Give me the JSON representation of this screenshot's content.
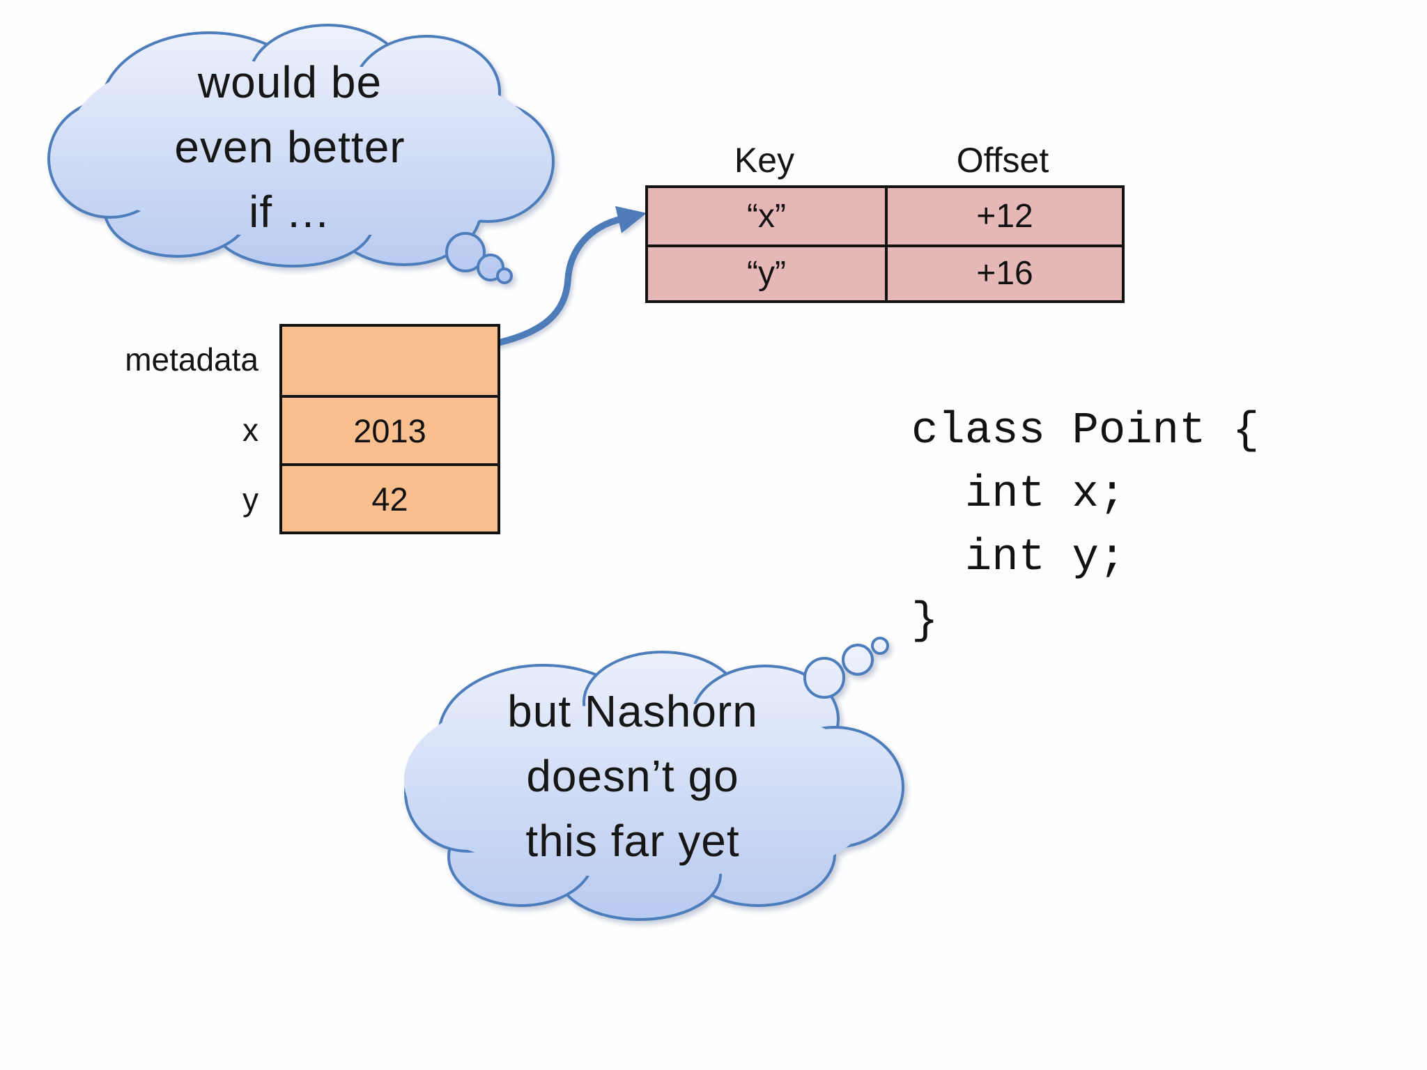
{
  "clouds": {
    "top": {
      "lines": [
        "would be",
        "even better",
        "if …"
      ]
    },
    "bottom": {
      "lines": [
        "but Nashorn",
        "doesn’t go",
        "this far yet"
      ]
    }
  },
  "mapping_table": {
    "headers": {
      "key": "Key",
      "offset": "Offset"
    },
    "rows": [
      {
        "key": "“x”",
        "offset": "+12"
      },
      {
        "key": "“y”",
        "offset": "+16"
      }
    ]
  },
  "object_table": {
    "rows": [
      {
        "label": "metadata",
        "value": ""
      },
      {
        "label": "x",
        "value": "2013"
      },
      {
        "label": "y",
        "value": "42"
      }
    ]
  },
  "code": {
    "text": "class Point {\n  int x;\n  int y;\n}"
  },
  "colors": {
    "cloud_fill_light": "#edf1fc",
    "cloud_fill_dark": "#b6c9f0",
    "cloud_stroke": "#4e7dbb",
    "mapping_table_fill": "#e5b8b7",
    "object_table_fill": "#fabf8f",
    "table_border": "#121212",
    "arrow": "#4e7cb8",
    "text": "#141414",
    "background": "#fefefe"
  }
}
